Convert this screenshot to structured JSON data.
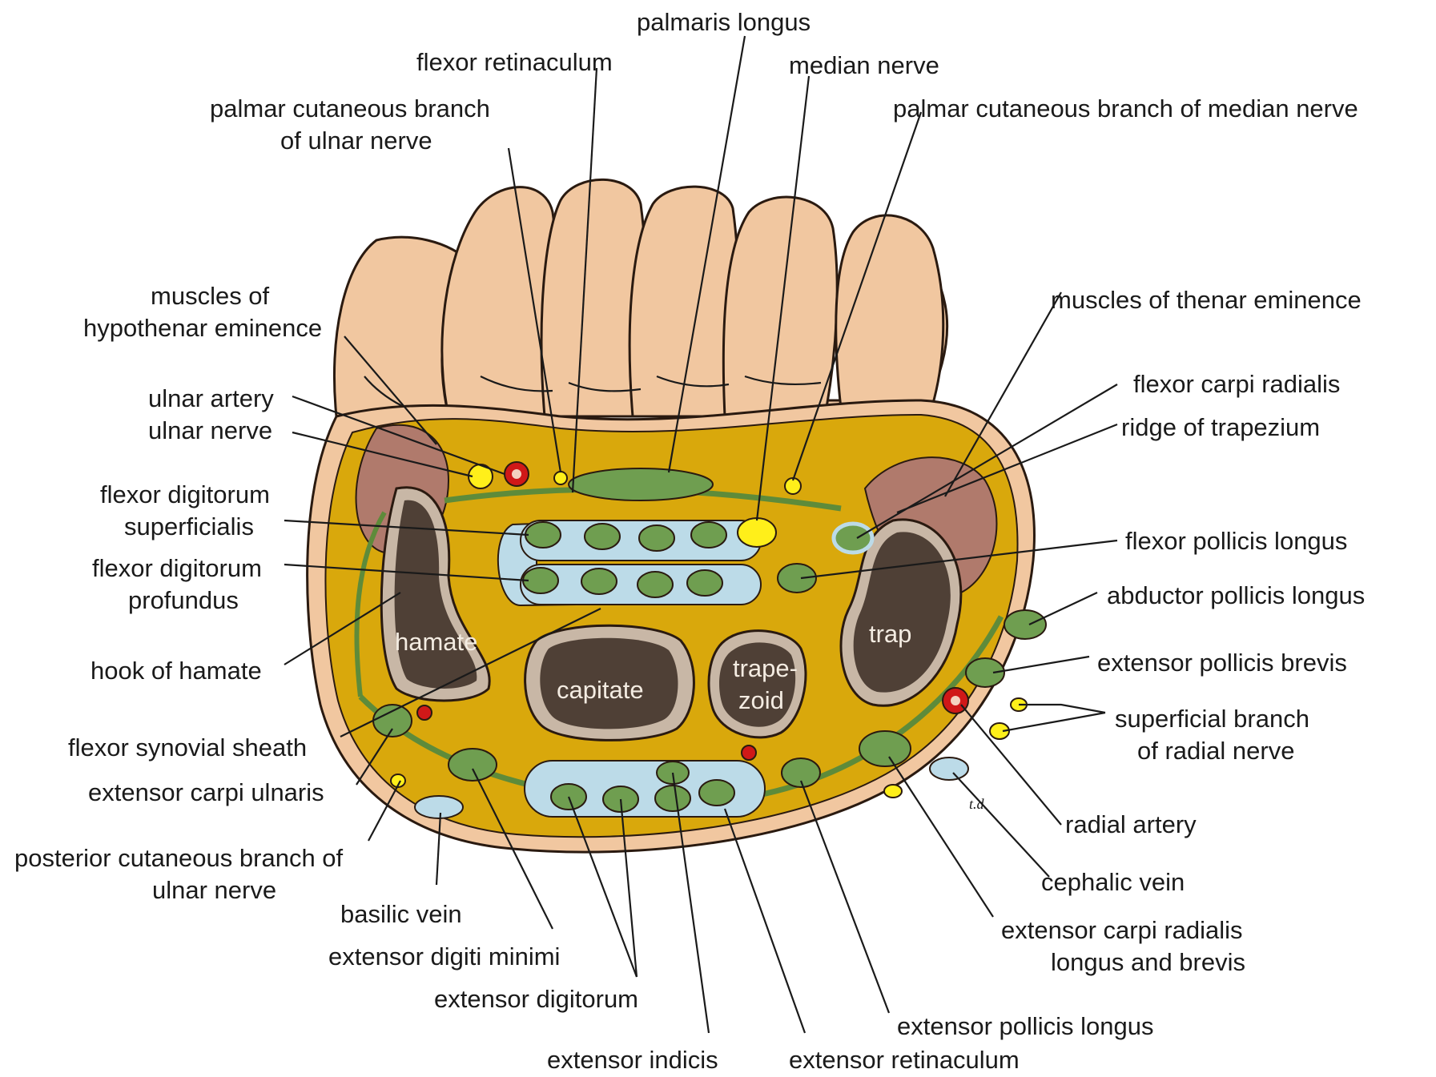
{
  "colors": {
    "skin": "#f1c7a0",
    "skin_outline": "#2a1a10",
    "fat": "#d9a80c",
    "sheath_green": "#5e8b3a",
    "tendon": "#6f9e50",
    "synovial": "#bcdbe8",
    "nerve": "#ffef1a",
    "artery": "#d01818",
    "bone": "#c8b7a6",
    "muscle": "#b07a6c"
  },
  "labels": {
    "palmaris_longus": "palmaris longus",
    "flexor_retinaculum": "flexor retinaculum",
    "median_nerve": "median nerve",
    "palmar_cut_ulnar_1": "palmar cutaneous branch",
    "palmar_cut_ulnar_2": "of ulnar nerve",
    "palmar_cut_median": "palmar cutaneous branch of median nerve",
    "hypothenar_1": "muscles of",
    "hypothenar_2": "hypothenar eminence",
    "thenar": "muscles of thenar eminence",
    "ulnar_artery": "ulnar artery",
    "ulnar_nerve": "ulnar nerve",
    "fcr": "flexor carpi radialis",
    "ridge_trapezium": "ridge of trapezium",
    "fds_1": "flexor digitorum",
    "fds_2": "superficialis",
    "fdp_1": "flexor digitorum",
    "fdp_2": "profundus",
    "fpl": "flexor pollicis longus",
    "apl": "abductor pollicis longus",
    "hook_hamate": "hook of hamate",
    "epb": "extensor pollicis brevis",
    "flexor_synovial": "flexor synovial sheath",
    "sup_radial_1": "superficial branch",
    "sup_radial_2": "of radial nerve",
    "ecu": "extensor carpi ulnaris",
    "post_cut_1": "posterior cutaneous branch of",
    "post_cut_2": "ulnar nerve",
    "radial_artery": "radial artery",
    "basilic_vein": "basilic vein",
    "cephalic_vein": "cephalic vein",
    "edm": "extensor digiti minimi",
    "ecrl_1": "extensor carpi radialis",
    "ecrl_2": "longus and brevis",
    "ed": "extensor digitorum",
    "epl": "extensor pollicis longus",
    "ei": "extensor indicis",
    "ext_ret": "extensor retinaculum"
  },
  "bones": {
    "hamate": "hamate",
    "capitate": "capitate",
    "trapezoid_1": "trape-",
    "trapezoid_2": "zoid",
    "trapezium": "trap"
  },
  "signature": "t.d."
}
